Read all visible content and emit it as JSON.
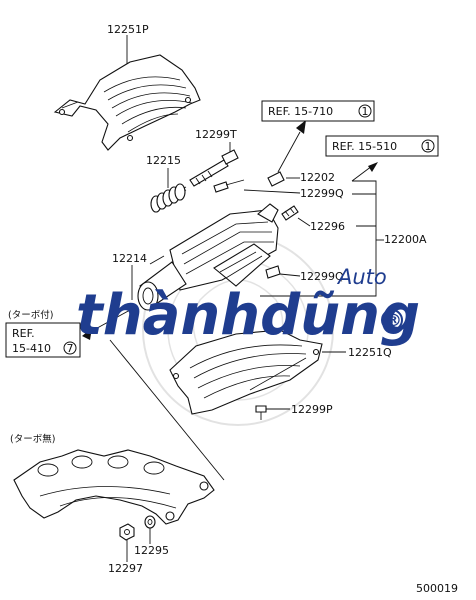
{
  "parts": {
    "p12251P": "12251P",
    "p12299T": "12299T",
    "p12215": "12215",
    "p12202": "12202",
    "p12299Q": "12299Q",
    "p12296": "12296",
    "p12200A": "12200A",
    "p12214": "12214",
    "p12299Q_2": "12299Q",
    "p12251Q": "12251Q",
    "p12299P": "12299P",
    "p12295": "12295",
    "p12297": "12297"
  },
  "refs": {
    "ref_710": {
      "text": "REF. 15-710",
      "num": "1"
    },
    "ref_510": {
      "text": "REF. 15-510",
      "num": "1"
    },
    "ref_410": {
      "line1": "REF.",
      "line2": "15-410",
      "num": "7"
    }
  },
  "notes": {
    "turbo_with": "(ターボ付)",
    "turbo_without": "(ターボ無)"
  },
  "diagram_code": "500019",
  "watermark": {
    "name": "thànhdũng",
    "tag": "Auto",
    "reg": "®"
  },
  "colors": {
    "line": "#111111",
    "watermark": "#1f3d8f"
  }
}
